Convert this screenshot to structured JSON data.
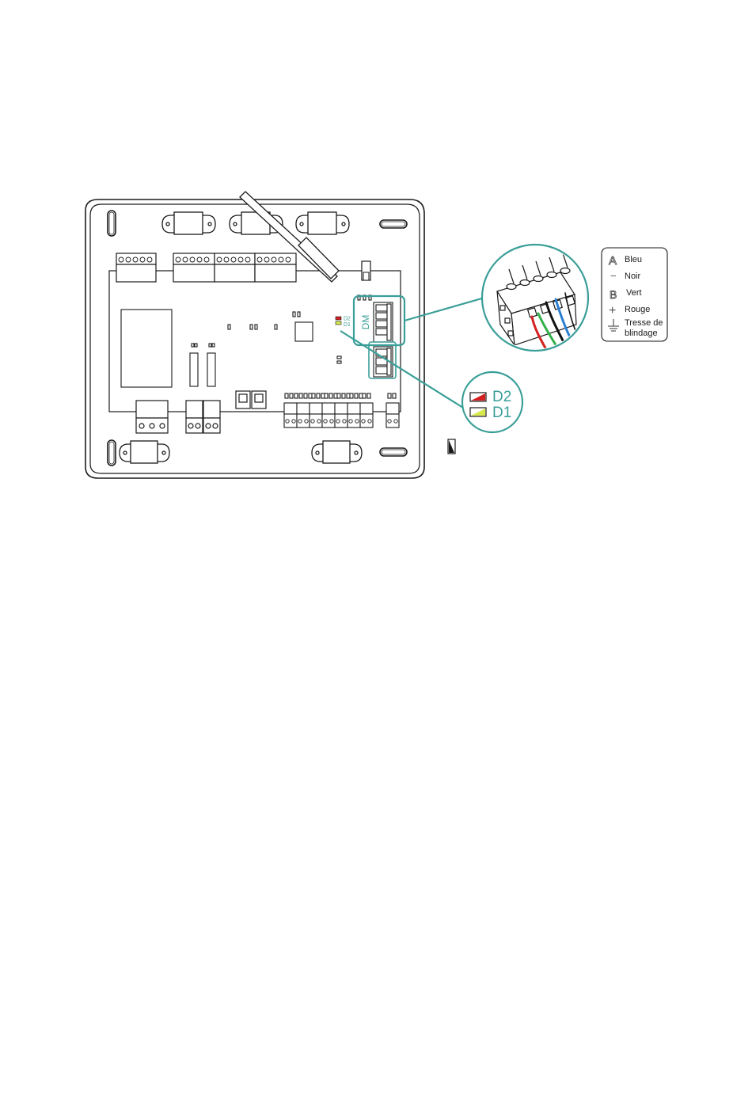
{
  "colors": {
    "teal": "#3a9e98",
    "outline": "#1a1a1a",
    "led_red": "#d42020",
    "led_yellow": "#d7e84a",
    "wire_red": "#d42020",
    "wire_green": "#33b04a",
    "wire_blue": "#2a7fd4",
    "wire_black": "#111111"
  },
  "board": {
    "led_labels": {
      "d2": "D2",
      "d1": "D1"
    },
    "connector_label": "DM"
  },
  "led_zoom": {
    "d2": "D2",
    "d1": "D1"
  },
  "legend": {
    "items": [
      {
        "symbol": "A",
        "label": "Bleu"
      },
      {
        "symbol": "−",
        "label": "Noir"
      },
      {
        "symbol": "B",
        "label": "Vert"
      },
      {
        "symbol": "+",
        "label": "Rouge"
      },
      {
        "symbol": "ground-icon",
        "label_line1": "Tresse de",
        "label_line2": "blindage"
      }
    ]
  }
}
